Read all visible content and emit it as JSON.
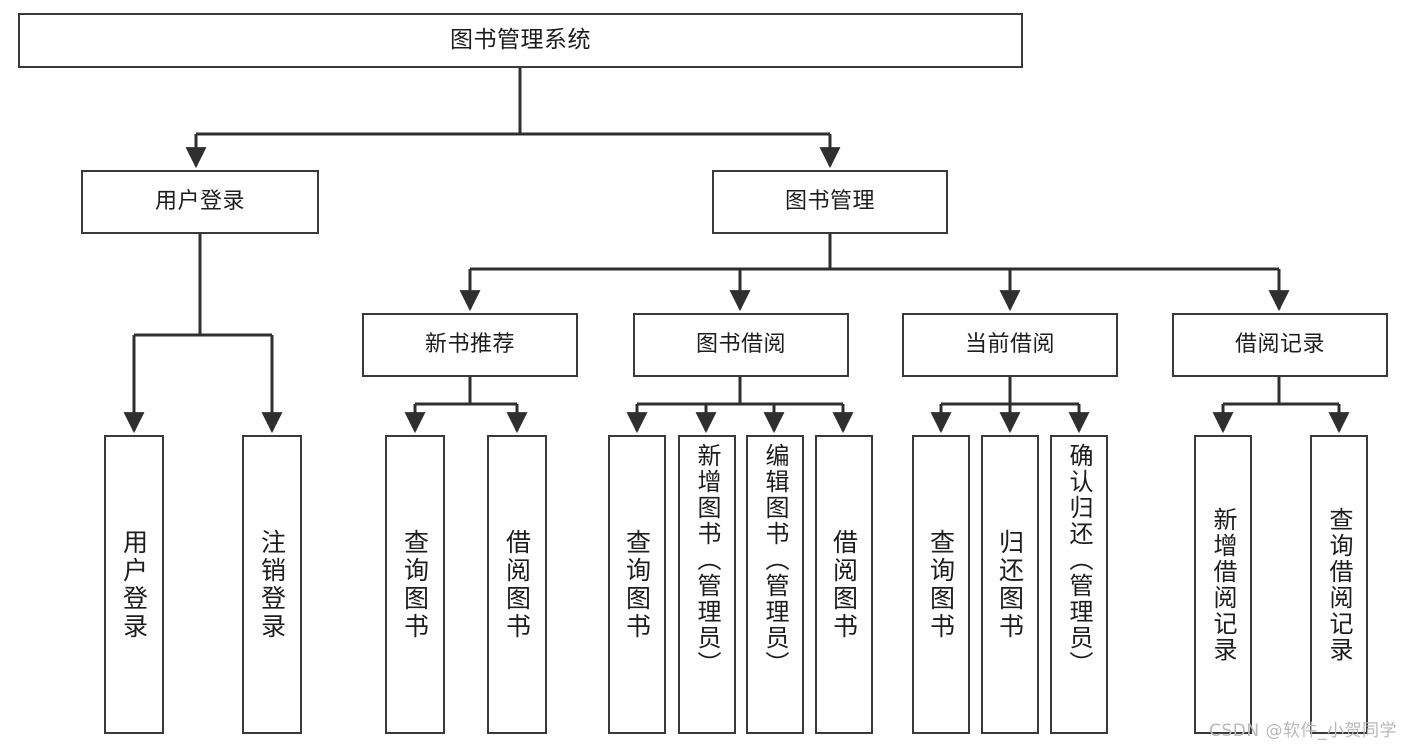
{
  "diagram": {
    "type": "tree-hierarchy",
    "title": "图书管理系统",
    "watermark": "CSDN @软件_小贺同学",
    "colors": {
      "box_border": "#3a3a3a",
      "box_fill": "#ffffff",
      "edge": "#2f2f2f",
      "text": "#1d1d1d",
      "watermark": "#b9b9b9",
      "background": "#ffffff"
    },
    "levels": {
      "root": "图书管理系统",
      "level1": [
        "用户登录",
        "图书管理"
      ],
      "level2": [
        "新书推荐",
        "图书借阅",
        "当前借阅",
        "借阅记录"
      ]
    },
    "nodes": {
      "root": {
        "label": "图书管理系统"
      },
      "user_login": {
        "label": "用户登录"
      },
      "book_manage": {
        "label": "图书管理"
      },
      "new_book_rec": {
        "label": "新书推荐"
      },
      "book_borrow": {
        "label": "图书借阅"
      },
      "current_borrow": {
        "label": "当前借阅"
      },
      "borrow_record": {
        "label": "借阅记录"
      },
      "leaf_user_login": {
        "label": "用户登录"
      },
      "leaf_user_logout": {
        "label": "注销登录"
      },
      "leaf_query_book_1": {
        "label": "查询图书"
      },
      "leaf_borrow_book_1": {
        "label": "借阅图书"
      },
      "leaf_query_book_2": {
        "label": "查询图书"
      },
      "leaf_add_book": {
        "label": "新增图书（管理员）"
      },
      "leaf_edit_book": {
        "label": "编辑图书（管理员）"
      },
      "leaf_borrow_book_2": {
        "label": "借阅图书"
      },
      "leaf_query_book_3": {
        "label": "查询图书"
      },
      "leaf_return_book": {
        "label": "归还图书"
      },
      "leaf_confirm_return": {
        "label": "确认归还（管理员）"
      },
      "leaf_add_record": {
        "label": "新增借阅记录"
      },
      "leaf_query_record": {
        "label": "查询借阅记录"
      }
    },
    "edges": [
      {
        "from": "root",
        "to": "用户登录"
      },
      {
        "from": "root",
        "to": "图书管理"
      },
      {
        "from": "用户登录",
        "to": "用户登录(叶)"
      },
      {
        "from": "用户登录",
        "to": "注销登录"
      },
      {
        "from": "图书管理",
        "to": "新书推荐"
      },
      {
        "from": "图书管理",
        "to": "图书借阅"
      },
      {
        "from": "图书管理",
        "to": "当前借阅"
      },
      {
        "from": "图书管理",
        "to": "借阅记录"
      },
      {
        "from": "新书推荐",
        "to": "查询图书"
      },
      {
        "from": "新书推荐",
        "to": "借阅图书"
      },
      {
        "from": "图书借阅",
        "to": "查询图书"
      },
      {
        "from": "图书借阅",
        "to": "新增图书（管理员）"
      },
      {
        "from": "图书借阅",
        "to": "编辑图书（管理员）"
      },
      {
        "from": "图书借阅",
        "to": "借阅图书"
      },
      {
        "from": "当前借阅",
        "to": "查询图书"
      },
      {
        "from": "当前借阅",
        "to": "归还图书"
      },
      {
        "from": "当前借阅",
        "to": "确认归还（管理员）"
      },
      {
        "from": "借阅记录",
        "to": "新增借阅记录"
      },
      {
        "from": "借阅记录",
        "to": "查询借阅记录"
      }
    ]
  }
}
